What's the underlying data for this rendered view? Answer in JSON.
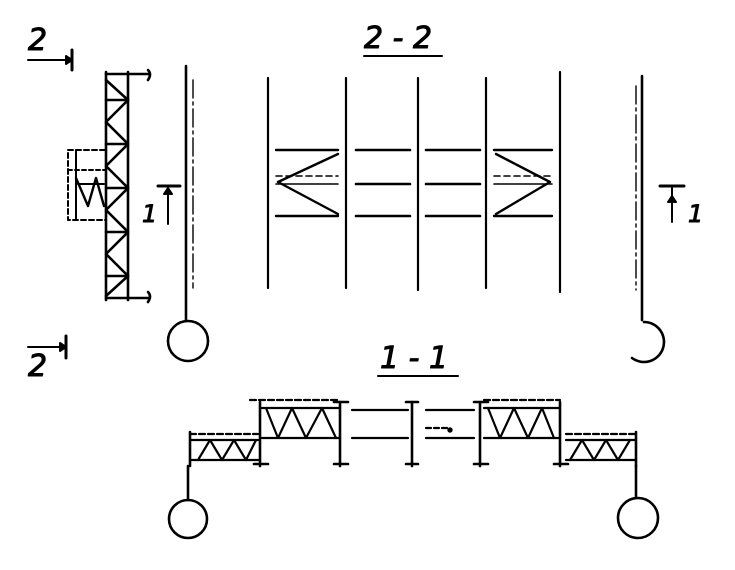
{
  "sections": {
    "top_title": "2 - 2",
    "bottom_title": "1 - 1"
  },
  "markers": {
    "cut2_top": "2",
    "cut2_bottom": "2",
    "cut1_left": "1",
    "cut1_right": "1"
  },
  "colors": {
    "ink": "#000000",
    "paper": "#ffffff"
  }
}
